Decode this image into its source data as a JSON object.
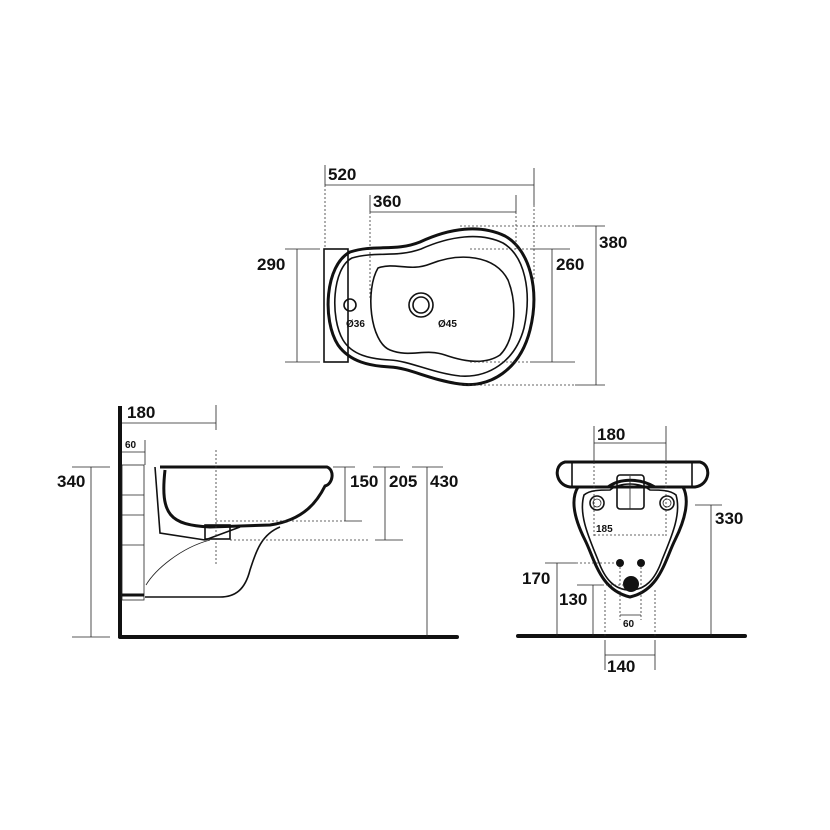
{
  "top_view": {
    "width_overall": "520",
    "width_basin": "360",
    "depth_wall": "290",
    "depth_basin": "260",
    "depth_overall": "380",
    "tap_hole": "Ø36",
    "drain_hole": "Ø45"
  },
  "side_view": {
    "axis_from_wall": "180",
    "fixing_offset": "60",
    "fixing_height": "340",
    "basin_depth": "150",
    "outlet_depth": "205",
    "rim_height": "430"
  },
  "front_view": {
    "fixing_spacing": "180",
    "fixing_height": "330",
    "inner_width": "185",
    "supply_height": "170",
    "outlet_height": "130",
    "supply_spacing": "60",
    "outlet_width": "140"
  }
}
